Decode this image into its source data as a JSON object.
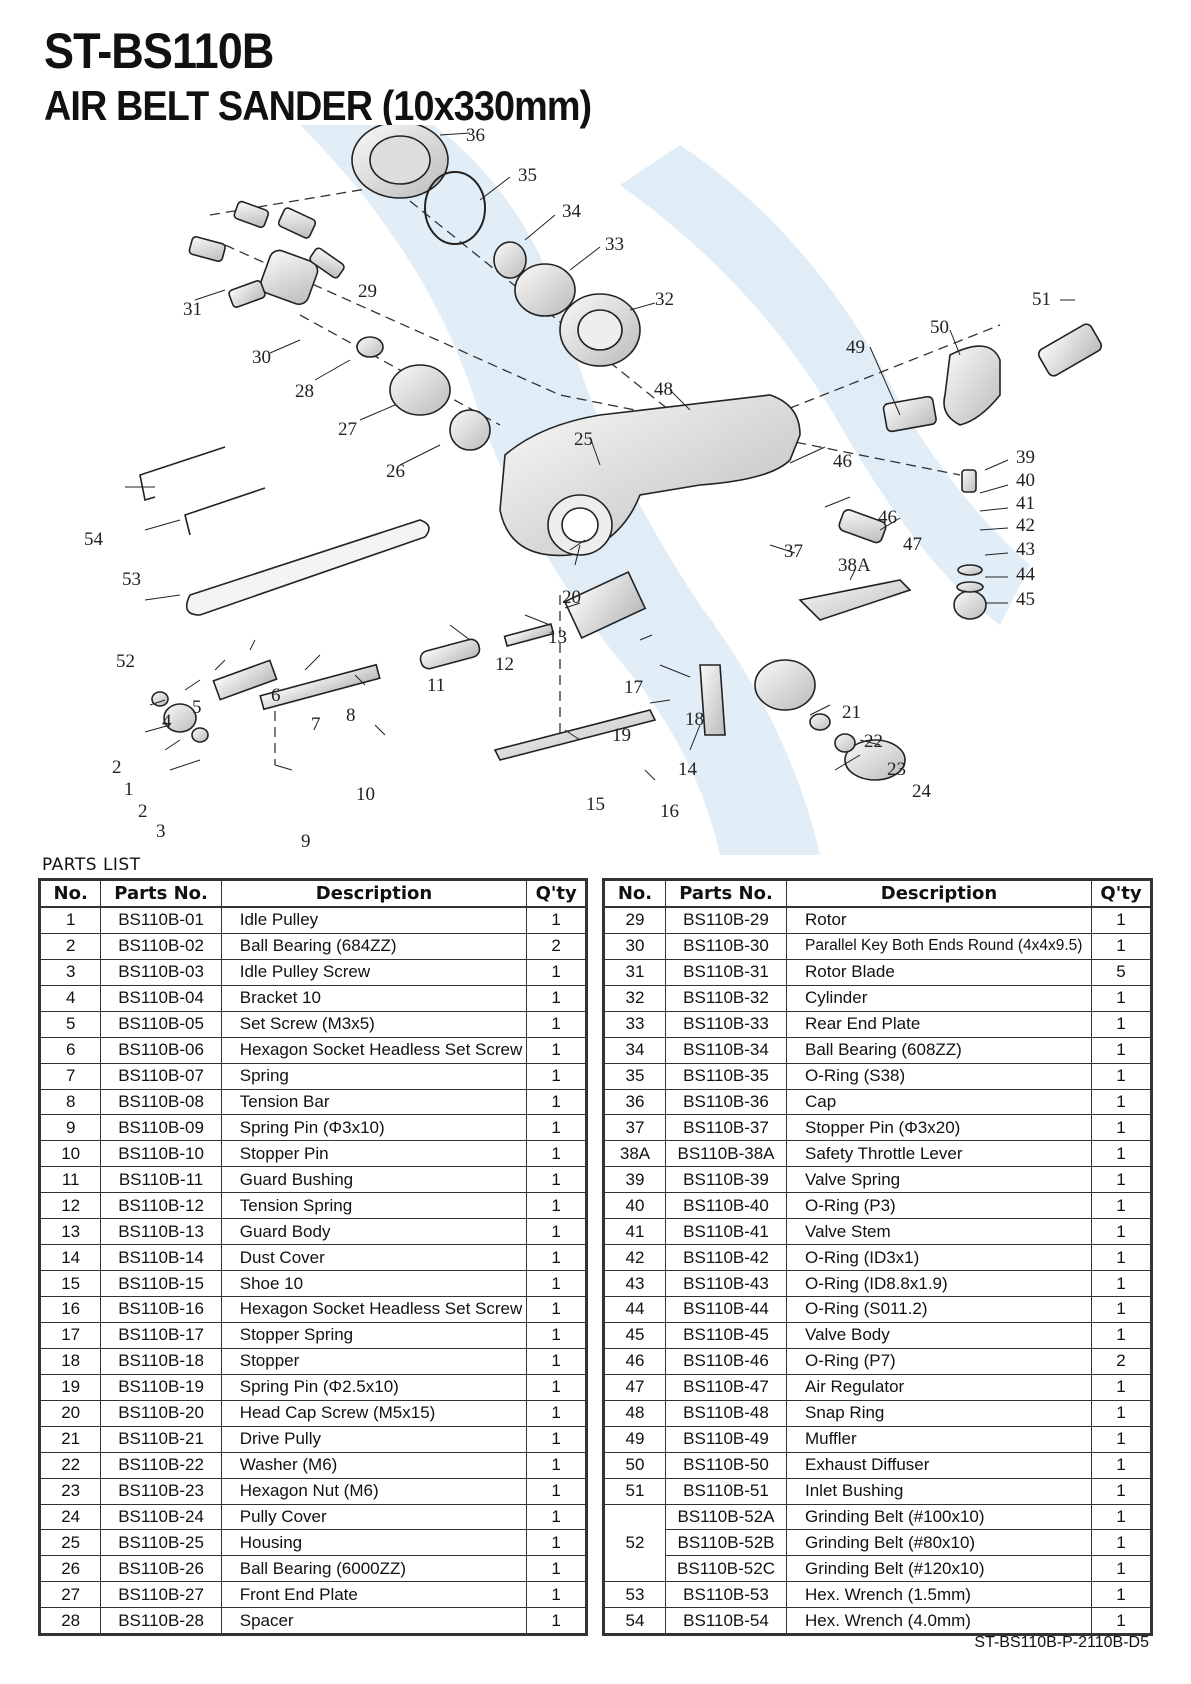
{
  "header": {
    "model": "ST-BS110B",
    "product": "AIR BELT SANDER (10x330mm)"
  },
  "diagram": {
    "callouts": [
      "1",
      "2",
      "2",
      "3",
      "4",
      "5",
      "6",
      "7",
      "8",
      "9",
      "10",
      "11",
      "12",
      "13",
      "14",
      "15",
      "16",
      "17",
      "18",
      "19",
      "20",
      "21",
      "22",
      "23",
      "24",
      "25",
      "26",
      "27",
      "28",
      "29",
      "30",
      "31",
      "32",
      "33",
      "34",
      "35",
      "36",
      "37",
      "38A",
      "39",
      "40",
      "41",
      "42",
      "43",
      "44",
      "45",
      "46",
      "46",
      "47",
      "48",
      "49",
      "50",
      "51",
      "52",
      "53",
      "54"
    ]
  },
  "parts_list": {
    "title": "PARTS LIST",
    "columns": [
      "No.",
      "Parts No.",
      "Description",
      "Q'ty"
    ],
    "left": [
      {
        "no": "1",
        "part": "BS110B-01",
        "desc": "Idle Pulley",
        "qty": "1"
      },
      {
        "no": "2",
        "part": "BS110B-02",
        "desc": "Ball Bearing (684ZZ)",
        "qty": "2"
      },
      {
        "no": "3",
        "part": "BS110B-03",
        "desc": "Idle Pulley Screw",
        "qty": "1"
      },
      {
        "no": "4",
        "part": "BS110B-04",
        "desc": "Bracket 10",
        "qty": "1"
      },
      {
        "no": "5",
        "part": "BS110B-05",
        "desc": "Set Screw (M3x5)",
        "qty": "1"
      },
      {
        "no": "6",
        "part": "BS110B-06",
        "desc": "Hexagon Socket Headless Set Screw",
        "qty": "1"
      },
      {
        "no": "7",
        "part": "BS110B-07",
        "desc": "Spring",
        "qty": "1"
      },
      {
        "no": "8",
        "part": "BS110B-08",
        "desc": "Tension Bar",
        "qty": "1"
      },
      {
        "no": "9",
        "part": "BS110B-09",
        "desc": "Spring Pin (Φ3x10)",
        "qty": "1"
      },
      {
        "no": "10",
        "part": "BS110B-10",
        "desc": "Stopper Pin",
        "qty": "1"
      },
      {
        "no": "11",
        "part": "BS110B-11",
        "desc": "Guard Bushing",
        "qty": "1"
      },
      {
        "no": "12",
        "part": "BS110B-12",
        "desc": "Tension Spring",
        "qty": "1"
      },
      {
        "no": "13",
        "part": "BS110B-13",
        "desc": "Guard Body",
        "qty": "1"
      },
      {
        "no": "14",
        "part": "BS110B-14",
        "desc": "Dust Cover",
        "qty": "1"
      },
      {
        "no": "15",
        "part": "BS110B-15",
        "desc": "Shoe 10",
        "qty": "1"
      },
      {
        "no": "16",
        "part": "BS110B-16",
        "desc": "Hexagon Socket Headless Set Screw",
        "qty": "1"
      },
      {
        "no": "17",
        "part": "BS110B-17",
        "desc": "Stopper Spring",
        "qty": "1"
      },
      {
        "no": "18",
        "part": "BS110B-18",
        "desc": "Stopper",
        "qty": "1"
      },
      {
        "no": "19",
        "part": "BS110B-19",
        "desc": "Spring Pin (Φ2.5x10)",
        "qty": "1"
      },
      {
        "no": "20",
        "part": "BS110B-20",
        "desc": "Head Cap Screw (M5x15)",
        "qty": "1"
      },
      {
        "no": "21",
        "part": "BS110B-21",
        "desc": "Drive Pully",
        "qty": "1"
      },
      {
        "no": "22",
        "part": "BS110B-22",
        "desc": "Washer (M6)",
        "qty": "1"
      },
      {
        "no": "23",
        "part": "BS110B-23",
        "desc": "Hexagon Nut (M6)",
        "qty": "1"
      },
      {
        "no": "24",
        "part": "BS110B-24",
        "desc": "Pully Cover",
        "qty": "1"
      },
      {
        "no": "25",
        "part": "BS110B-25",
        "desc": "Housing",
        "qty": "1"
      },
      {
        "no": "26",
        "part": "BS110B-26",
        "desc": "Ball Bearing (6000ZZ)",
        "qty": "1"
      },
      {
        "no": "27",
        "part": "BS110B-27",
        "desc": "Front End Plate",
        "qty": "1"
      },
      {
        "no": "28",
        "part": "BS110B-28",
        "desc": "Spacer",
        "qty": "1"
      }
    ],
    "right": [
      {
        "no": "29",
        "part": "BS110B-29",
        "desc": "Rotor",
        "qty": "1"
      },
      {
        "no": "30",
        "part": "BS110B-30",
        "desc": "Parallel Key Both Ends Round (4x4x9.5)",
        "qty": "1"
      },
      {
        "no": "31",
        "part": "BS110B-31",
        "desc": "Rotor Blade",
        "qty": "5"
      },
      {
        "no": "32",
        "part": "BS110B-32",
        "desc": "Cylinder",
        "qty": "1"
      },
      {
        "no": "33",
        "part": "BS110B-33",
        "desc": "Rear End Plate",
        "qty": "1"
      },
      {
        "no": "34",
        "part": "BS110B-34",
        "desc": "Ball Bearing (608ZZ)",
        "qty": "1"
      },
      {
        "no": "35",
        "part": "BS110B-35",
        "desc": "O-Ring (S38)",
        "qty": "1"
      },
      {
        "no": "36",
        "part": "BS110B-36",
        "desc": "Cap",
        "qty": "1"
      },
      {
        "no": "37",
        "part": "BS110B-37",
        "desc": "Stopper Pin (Φ3x20)",
        "qty": "1"
      },
      {
        "no": "38A",
        "part": "BS110B-38A",
        "desc": "Safety Throttle Lever",
        "qty": "1"
      },
      {
        "no": "39",
        "part": "BS110B-39",
        "desc": "Valve Spring",
        "qty": "1"
      },
      {
        "no": "40",
        "part": "BS110B-40",
        "desc": "O-Ring (P3)",
        "qty": "1"
      },
      {
        "no": "41",
        "part": "BS110B-41",
        "desc": "Valve Stem",
        "qty": "1"
      },
      {
        "no": "42",
        "part": "BS110B-42",
        "desc": "O-Ring (ID3x1)",
        "qty": "1"
      },
      {
        "no": "43",
        "part": "BS110B-43",
        "desc": "O-Ring (ID8.8x1.9)",
        "qty": "1"
      },
      {
        "no": "44",
        "part": "BS110B-44",
        "desc": "O-Ring (S011.2)",
        "qty": "1"
      },
      {
        "no": "45",
        "part": "BS110B-45",
        "desc": "Valve Body",
        "qty": "1"
      },
      {
        "no": "46",
        "part": "BS110B-46",
        "desc": "O-Ring (P7)",
        "qty": "2"
      },
      {
        "no": "47",
        "part": "BS110B-47",
        "desc": "Air Regulator",
        "qty": "1"
      },
      {
        "no": "48",
        "part": "BS110B-48",
        "desc": "Snap Ring",
        "qty": "1"
      },
      {
        "no": "49",
        "part": "BS110B-49",
        "desc": "Muffler",
        "qty": "1"
      },
      {
        "no": "50",
        "part": "BS110B-50",
        "desc": "Exhaust Diffuser",
        "qty": "1"
      },
      {
        "no": "51",
        "part": "BS110B-51",
        "desc": "Inlet Bushing",
        "qty": "1"
      },
      {
        "no": "52",
        "part": "BS110B-52A",
        "desc": "Grinding Belt (#100x10)",
        "qty": "1"
      },
      {
        "no": "",
        "part": "BS110B-52B",
        "desc": "Grinding Belt (#80x10)",
        "qty": "1"
      },
      {
        "no": "",
        "part": "BS110B-52C",
        "desc": "Grinding Belt (#120x10)",
        "qty": "1"
      },
      {
        "no": "53",
        "part": "BS110B-53",
        "desc": "Hex. Wrench (1.5mm)",
        "qty": "1"
      },
      {
        "no": "54",
        "part": "BS110B-54",
        "desc": "Hex. Wrench (4.0mm)",
        "qty": "1"
      }
    ]
  },
  "footer": {
    "doc_code": "ST-BS110B-P-2110B-D5"
  },
  "colors": {
    "watermark": "#a9cbe8",
    "ink": "#111111"
  }
}
